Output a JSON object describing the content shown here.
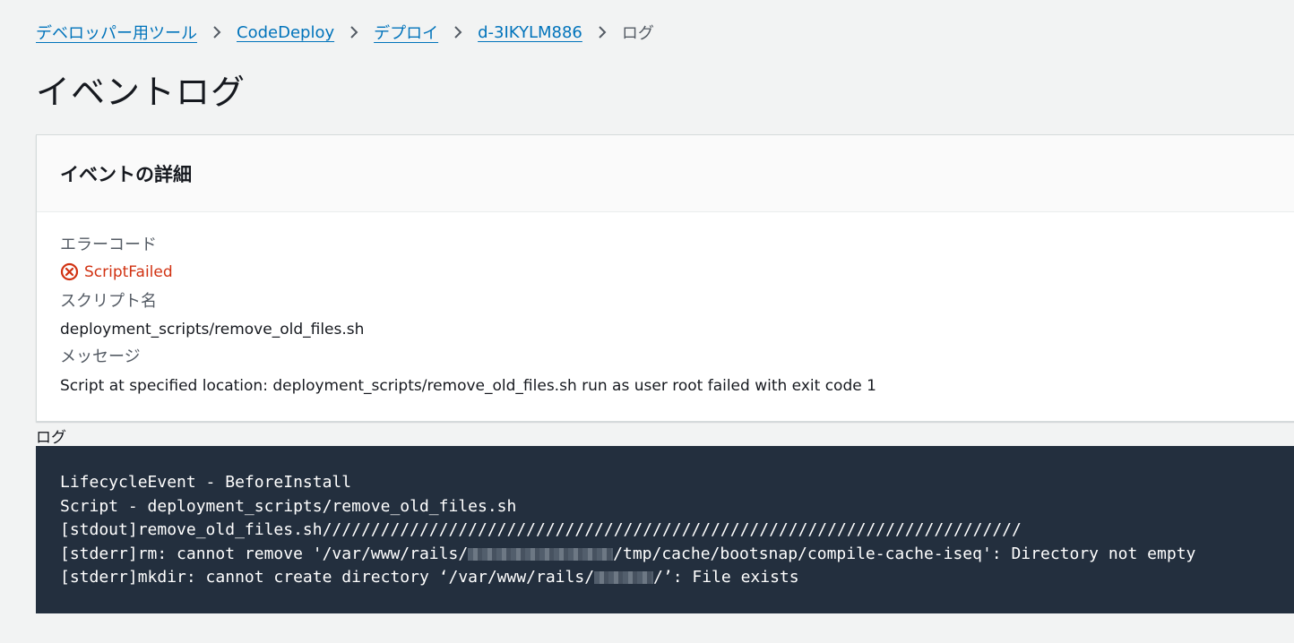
{
  "breadcrumb": {
    "items": [
      {
        "label": "デベロッパー用ツール"
      },
      {
        "label": "CodeDeploy"
      },
      {
        "label": "デプロイ"
      },
      {
        "label": "d-3IKYLM886"
      }
    ],
    "current": "ログ"
  },
  "page_title": "イベントログ",
  "details": {
    "title": "イベントの詳細",
    "error_code": {
      "label": "エラーコード",
      "value": "ScriptFailed"
    },
    "script_name": {
      "label": "スクリプト名",
      "value": "deployment_scripts/remove_old_files.sh"
    },
    "message": {
      "label": "メッセージ",
      "value": "Script at specified location: deployment_scripts/remove_old_files.sh run as user root failed with exit code 1"
    }
  },
  "log": {
    "label": "ログ",
    "line1": "LifecycleEvent - BeforeInstall",
    "line2": "Script - deployment_scripts/remove_old_files.sh",
    "line3": "[stdout]remove_old_files.sh////////////////////////////////////////////////////////////////////////",
    "line4_prefix": "[stderr]rm: cannot remove '/var/www/rails/",
    "line4_suffix": "/tmp/cache/bootsnap/compile-cache-iseq': Directory not empty",
    "line5_prefix": "[stderr]mkdir: cannot create directory ‘/var/www/rails/",
    "line5_suffix": "/’: File exists"
  },
  "colors": {
    "link": "#0073bb",
    "error": "#d13212",
    "log_background": "#232f3e",
    "page_background": "#f2f3f3"
  },
  "icons": {
    "breadcrumb_separator": "chevron-right-icon",
    "error": "error-circle-x-icon"
  }
}
